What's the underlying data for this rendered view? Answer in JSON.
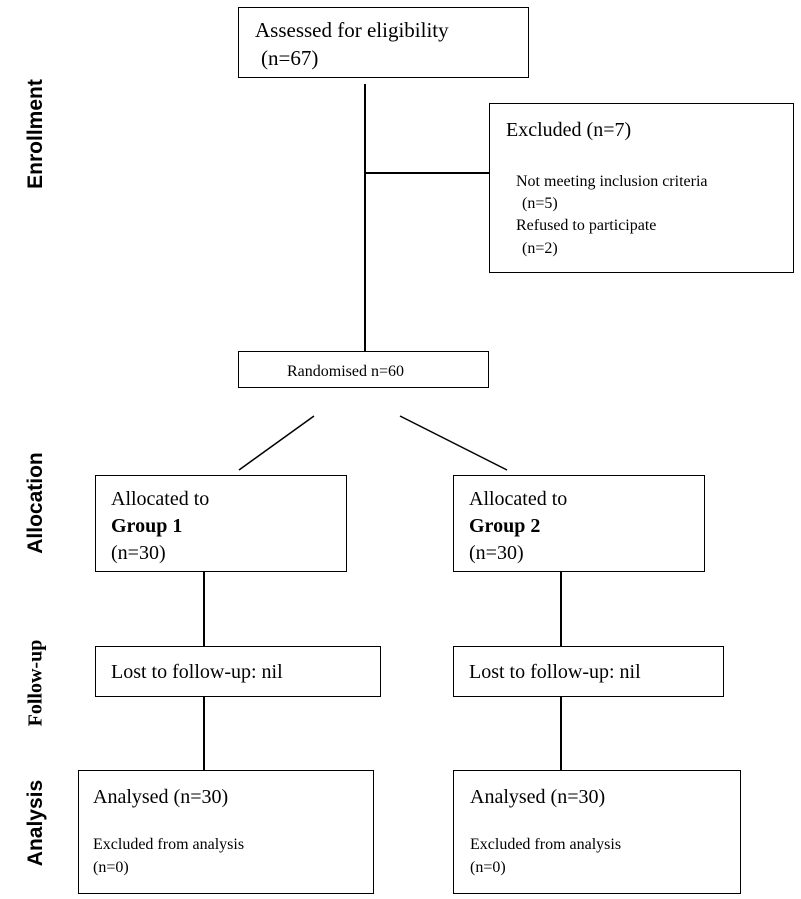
{
  "phases": {
    "enrollment": "Enrollment",
    "allocation": "Allocation",
    "followup": "Follow-up",
    "analysis": "Analysis"
  },
  "assessed": {
    "line1": "Assessed for eligibility",
    "line2": "(n=67)"
  },
  "excluded": {
    "title": "Excluded (n=7)",
    "reason1": "Not meeting inclusion criteria",
    "reason1_n": "(n=5)",
    "reason2": "Refused to participate",
    "reason2_n": "(n=2)"
  },
  "randomised": "Randomised n=60",
  "groups": [
    {
      "allocated_line1": "Allocated to",
      "allocated_line2": "Group 1",
      "allocated_n": "(n=30)",
      "lost": "Lost to follow-up: nil",
      "analysed": "Analysed (n=30)",
      "excl_analysis": "Excluded from analysis",
      "excl_analysis_n": "(n=0)"
    },
    {
      "allocated_line1": "Allocated to",
      "allocated_line2": "Group 2",
      "allocated_n": "(n=30)",
      "lost": "Lost to follow-up: nil",
      "analysed": "Analysed (n=30)",
      "excl_analysis": "Excluded from analysis",
      "excl_analysis_n": "(n=0)"
    }
  ]
}
